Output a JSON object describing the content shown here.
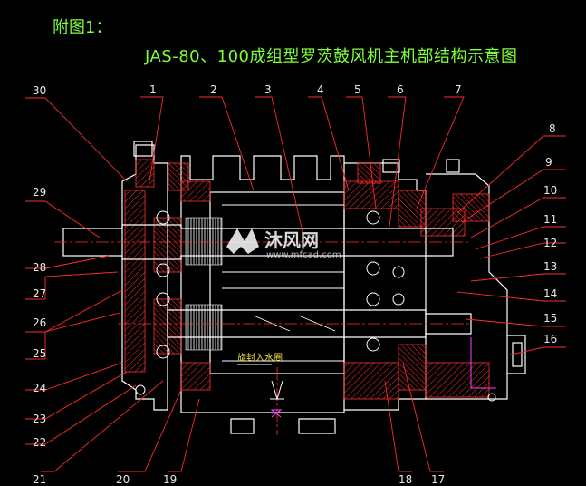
{
  "figure_label": "附图1：",
  "title": "JAS-80、100成组型罗茨鼓风机主机部结构示意图",
  "annotation_note": "旋封入水圈",
  "watermark": {
    "brand": "沐风网",
    "url": "www.mfcad.com"
  },
  "callouts": [
    "1",
    "2",
    "3",
    "4",
    "5",
    "6",
    "7",
    "8",
    "9",
    "10",
    "11",
    "12",
    "13",
    "14",
    "15",
    "16",
    "17",
    "18",
    "19",
    "20",
    "21",
    "22",
    "23",
    "24",
    "25",
    "26",
    "27",
    "28",
    "29",
    "30"
  ],
  "colors": {
    "background": "#000000",
    "title": "#7cff3a",
    "leader": "#ff2a2a",
    "outline": "#ffffff",
    "hatch": "#ff3030",
    "centerline": "#ff3030",
    "note": "#f0e040",
    "accent": "#ff40ff"
  }
}
